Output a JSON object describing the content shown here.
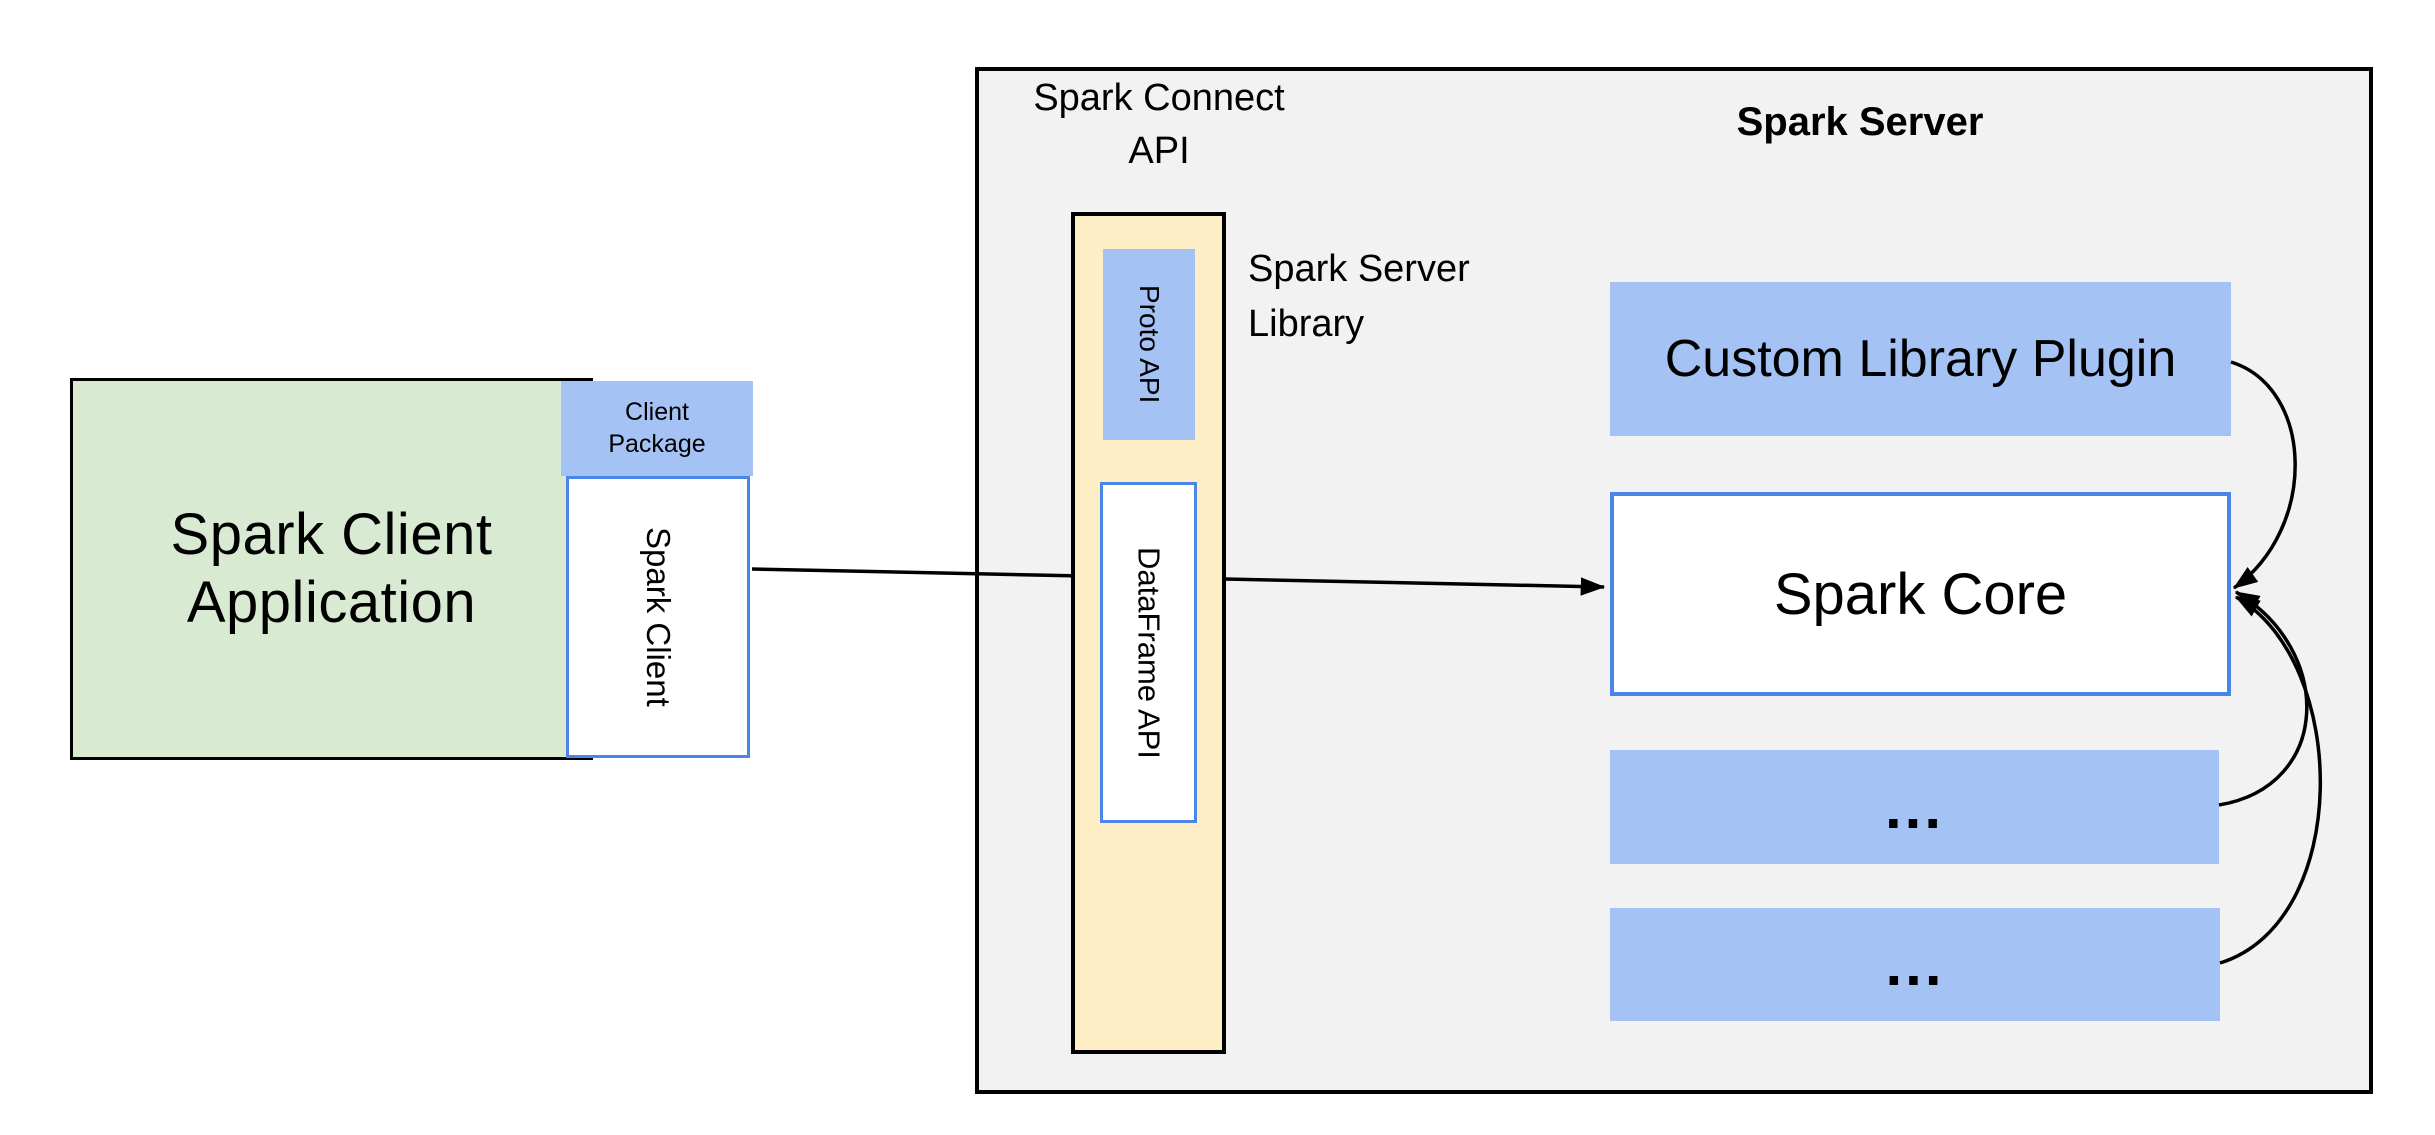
{
  "client": {
    "app_label_line1": "Spark Client",
    "app_label_line2": "Application",
    "package_label_line1": "Client",
    "package_label_line2": "Package",
    "spark_client_label": "Spark Client"
  },
  "connect_api": {
    "title_line1": "Spark Connect",
    "title_line2": "API",
    "proto_api_label": "Proto API",
    "dataframe_api_label": "DataFrame API",
    "server_library_line1": "Spark Server",
    "server_library_line2": "Library"
  },
  "server": {
    "title": "Spark Server",
    "plugin_label": "Custom Library Plugin",
    "core_label": "Spark Core",
    "ellipsis_1": "...",
    "ellipsis_2": "..."
  },
  "colors": {
    "green_fill": "#d9ead3",
    "blue_fill": "#a4c2f4",
    "yellow_fill": "#fdeec5",
    "gray_fill": "#f2f2f2",
    "blue_border": "#4a86e8",
    "ink": "#000000",
    "white": "#ffffff"
  }
}
